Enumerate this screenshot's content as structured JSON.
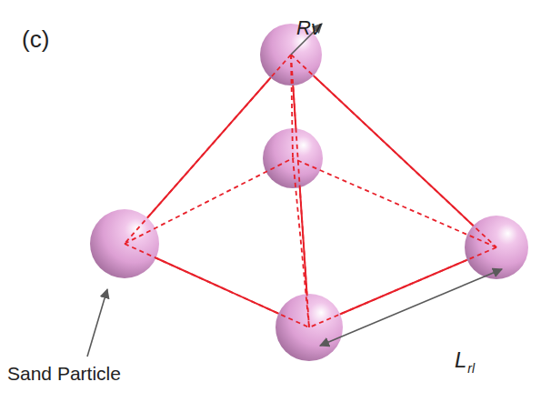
{
  "diagram": {
    "labels": [
      "(c)",
      "Rv",
      "Sand Particle",
      "L",
      "rl"
    ]
  }
}
